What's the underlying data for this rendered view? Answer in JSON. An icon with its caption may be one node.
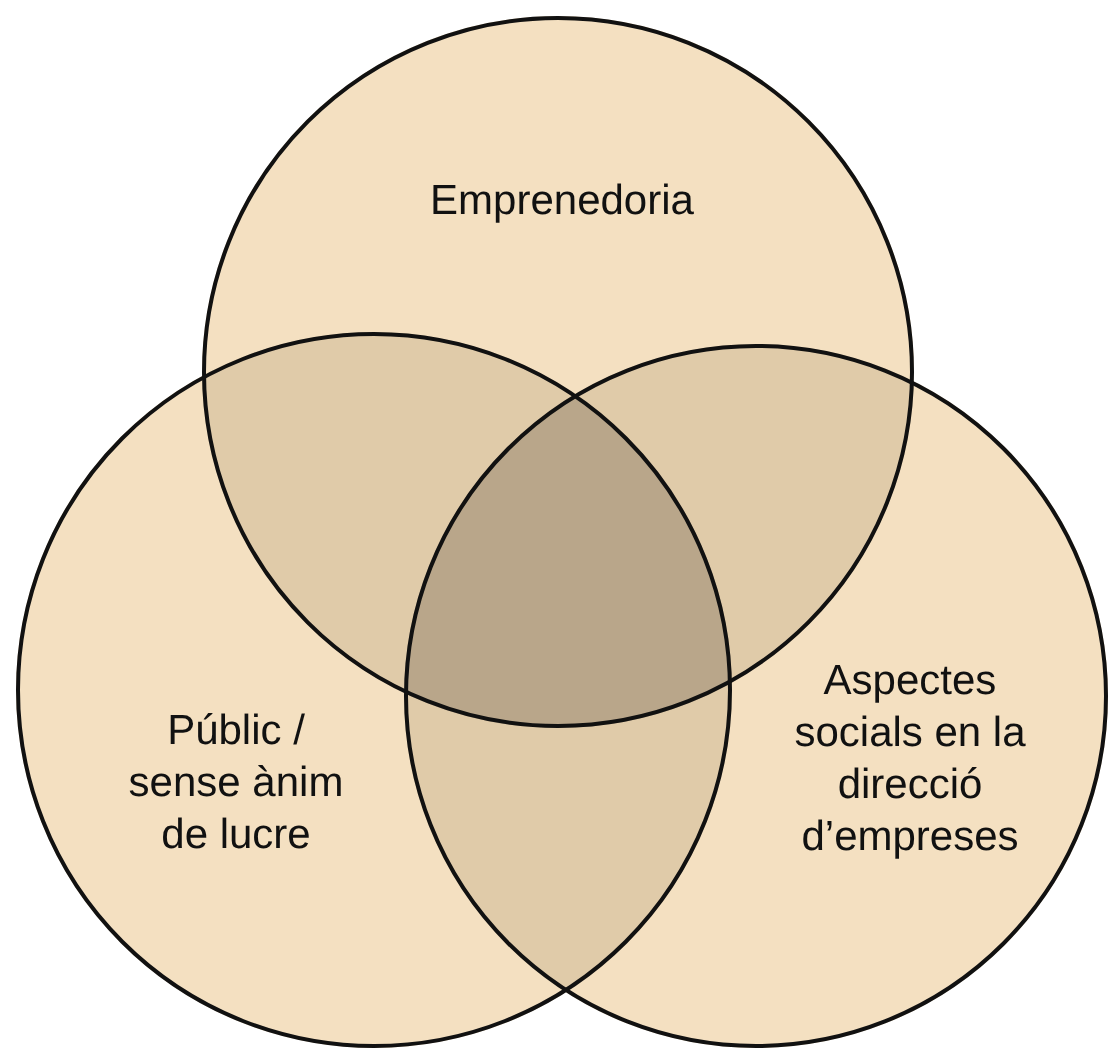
{
  "diagram": {
    "nodes": [
      {
        "text": [
          "Emprenedoria"
        ]
      },
      {
        "text": [
          "Públic / sense ànim de lucre"
        ]
      },
      {
        "text": [
          "Aspectes socials en la direcció d’empreses"
        ]
      }
    ]
  }
}
